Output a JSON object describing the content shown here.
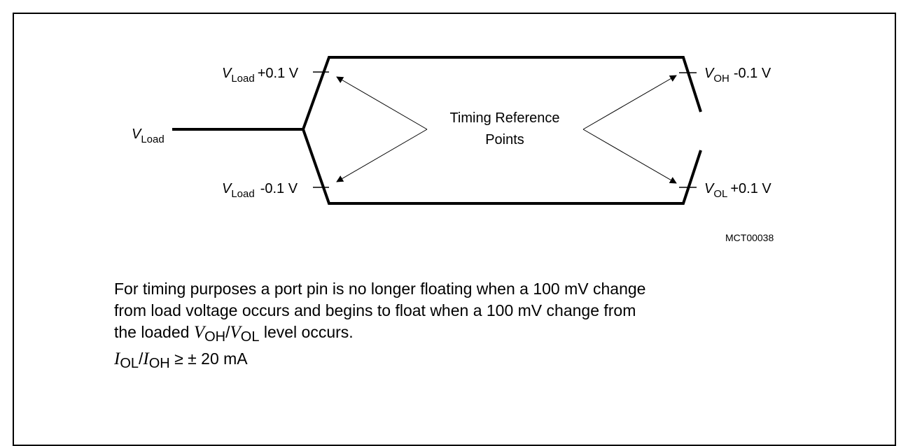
{
  "diagram": {
    "labels": {
      "v_load_left": {
        "var": "V",
        "sub": "Load",
        "suffix": ""
      },
      "v_load_plus": {
        "var": "V",
        "sub": "Load",
        "suffix": "+0.1 V"
      },
      "v_load_minus": {
        "var": "V",
        "sub": "Load",
        "suffix": "-0.1 V"
      },
      "v_oh_minus": {
        "var": "V",
        "sub": "OH",
        "suffix": "-0.1 V"
      },
      "v_ol_plus": {
        "var": "V",
        "sub": "OL",
        "suffix": "+0.1 V"
      }
    },
    "center_label": [
      "Timing Reference",
      "Points"
    ],
    "figure_id": "MCT00038"
  },
  "note": {
    "line1": "For timing purposes a port pin is no longer floating when a 100 mV change",
    "line2": "from load voltage occurs and begins to float when a 100 mV change from",
    "line3_pre": "the loaded ",
    "v": "V",
    "oh": "OH",
    "slash": "/",
    "ol": "OL",
    "line3_post": " level occurs.",
    "i": "I",
    "line4_post": " ≥ ± 20 mA"
  }
}
